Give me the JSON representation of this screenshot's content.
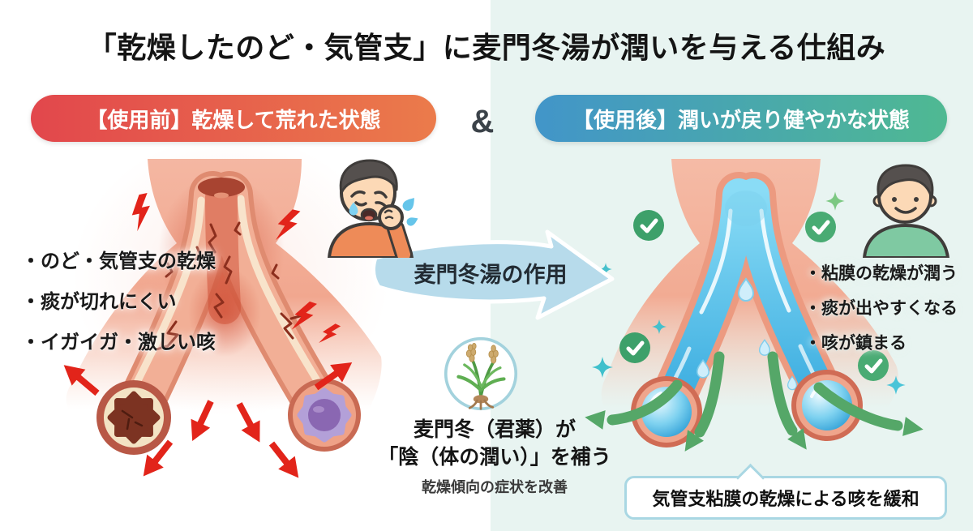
{
  "title": "「乾燥したのど・気管支」に麦門冬湯が潤いを与える仕組み",
  "separator": "&",
  "before": {
    "banner": "【使用前】乾燥して荒れた状態",
    "symptoms": [
      "・のど・気管支の乾燥",
      "・痰が切れにくい",
      "・イガイガ・激しい咳"
    ]
  },
  "after": {
    "banner": "【使用後】潤いが戻り健やかな状態",
    "benefits": [
      "・粘膜の乾燥が潤う",
      "・痰が出やすくなる",
      "・咳が鎮まる"
    ],
    "callout": "気管支粘膜の乾燥による咳を緩和"
  },
  "action": {
    "arrow_label": "麦門冬湯の作用",
    "mechanism_line1": "麦門冬（君薬）が",
    "mechanism_line2": "「陰（体の潤い）」を補う",
    "mechanism_note": "乾燥傾向の症状を改善"
  },
  "icons": {
    "before_person": "coughing-person-icon",
    "after_person": "healthy-person-icon",
    "herb": "bakumondo-plant-icon",
    "alert": "lightning-icon",
    "check": "check-circle-icon",
    "sparkle": "sparkle-icon",
    "droplet": "water-droplet-icon"
  },
  "colors": {
    "before_gradient_start": "#e2474c",
    "before_gradient_end": "#eb7b4b",
    "after_gradient_start": "#4295c9",
    "after_gradient_end": "#4fb992",
    "bg_left": "#ffffff",
    "bg_right": "#e8f4f1",
    "alert_red": "#e2241a",
    "healthy_green": "#55a768",
    "water_blue": "#45b1e2",
    "action_arrow_blue": "#b7dbeb",
    "callout_border": "#a9d7e3"
  }
}
